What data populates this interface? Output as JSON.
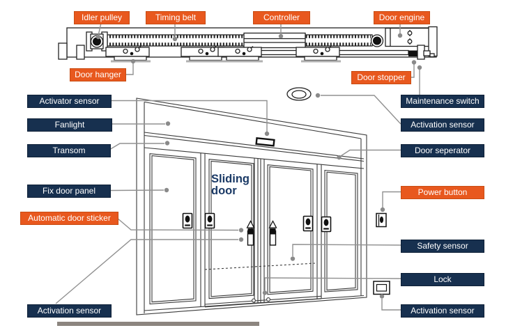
{
  "colors": {
    "label_orange": "#e8581e",
    "label_navy": "#17304f",
    "leader_gray": "#919191",
    "line_dark": "#222222",
    "door_line": "#3a3a3a",
    "door_text_navy": "#1b3a66",
    "label_text": "#ffffff"
  },
  "center_text": "Sliding door",
  "labels": {
    "idler_pulley": "Idler pulley",
    "timing_belt": "Timing belt",
    "controller": "Controller",
    "door_engine": "Door engine",
    "door_hanger": "Door hanger",
    "door_stopper": "Door stopper",
    "activator_sensor": "Activator sensor",
    "fanlight": "Fanlight",
    "transom": "Transom",
    "fix_door_panel": "Fix door panel",
    "automatic_door_sticker": "Automatic door sticker",
    "activation_sensor_bottom_left": "Activation sensor",
    "maintenance_switch": "Maintenance switch",
    "activation_sensor_top_right": "Activation sensor",
    "door_seperator": "Door seperator",
    "power_button": "Power button",
    "safety_sensor": "Safety sensor",
    "lock": "Lock",
    "activation_sensor_bottom_right": "Activation sensor"
  }
}
